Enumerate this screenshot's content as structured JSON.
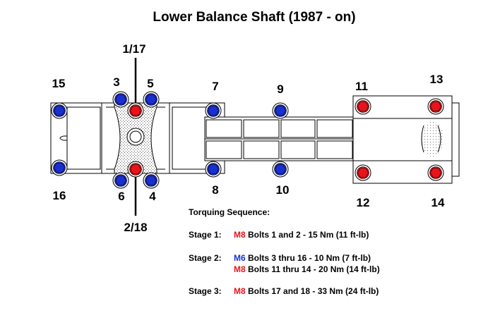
{
  "title": "Lower Balance Shaft (1987 - on)",
  "colors": {
    "red_bolt": "#e8141b",
    "blue_bolt": "#1a2fd0",
    "m8": "#e8141b",
    "m6": "#1a2fd0"
  },
  "bolt_labels": {
    "b1_17": "1/17",
    "b2_18": "2/18",
    "b3": "3",
    "b4": "4",
    "b5": "5",
    "b6": "6",
    "b7": "7",
    "b8": "8",
    "b9": "9",
    "b10": "10",
    "b11": "11",
    "b12": "12",
    "b13": "13",
    "b14": "14",
    "b15": "15",
    "b16": "16"
  },
  "sequence": {
    "heading": "Torquing Sequence:",
    "stage1": {
      "label": "Stage 1:",
      "size": "M8",
      "text": "Bolts 1 and 2  - 15 Nm (11 ft-lb)"
    },
    "stage2": {
      "label": "Stage 2:",
      "line1": {
        "size": "M6",
        "text": "Bolts 3 thru 16 - 10 Nm (7 ft-lb)"
      },
      "line2": {
        "size": "M8",
        "text": "Bolts 11 thru 14  - 20 Nm (14 ft-lb)"
      }
    },
    "stage3": {
      "label": "Stage 3:",
      "size": "M8",
      "text": "Bolts  17 and 18  - 33 Nm (24 ft-lb)"
    }
  }
}
